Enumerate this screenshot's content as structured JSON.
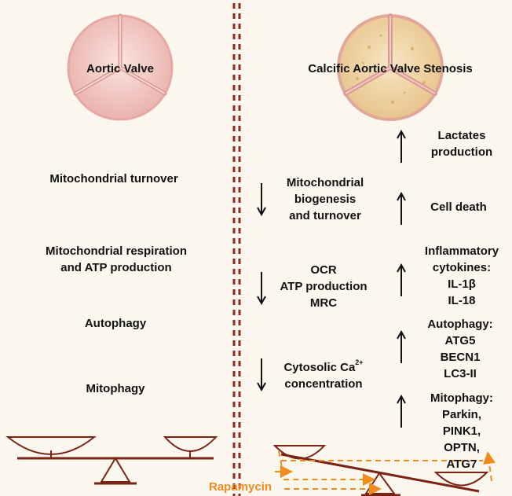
{
  "colors": {
    "background": "#fbf7ef",
    "divider": "#8b2a1a",
    "scale": "#7a2416",
    "rapamycin": "#f08c1e",
    "valve_healthy": "#f2c8c4",
    "valve_calcific": "#f1d9a8",
    "leaflet_line": "#d99a95"
  },
  "left": {
    "valve_label": "Aortic Valve",
    "items": [
      {
        "text": "Mitochondrial turnover"
      },
      {
        "text": "Mitochondrial respiration\nand ATP production"
      },
      {
        "text": "Autophagy"
      },
      {
        "text": "Mitophagy"
      }
    ]
  },
  "right": {
    "valve_label": "Calcific Aortic Valve Stenosis",
    "down_items": [
      {
        "text": "Mitochondrial\nbiogenesis\nand turnover",
        "direction": "down"
      },
      {
        "text": "OCR\nATP production\nMRC",
        "direction": "down"
      },
      {
        "text": "Cytosolic Ca",
        "superscript": "2+",
        "text_after": "\nconcentration",
        "direction": "down"
      }
    ],
    "up_items": [
      {
        "text": "Lactates\nproduction",
        "direction": "up"
      },
      {
        "text": "Cell death",
        "direction": "up"
      },
      {
        "text": "Inflammatory\ncytokines:\nIL-1β\nIL-18",
        "direction": "up"
      },
      {
        "text": "Autophagy:\nATG5\nBECN1\nLC3-II",
        "direction": "up"
      },
      {
        "text": "Mitophagy:\nParkin, PINK1,\nOPTN, ATG7",
        "direction": "up"
      }
    ]
  },
  "scales": {
    "left_state": "balanced",
    "right_state": "tilted"
  },
  "rapamycin": {
    "label": "Rapamycin"
  }
}
